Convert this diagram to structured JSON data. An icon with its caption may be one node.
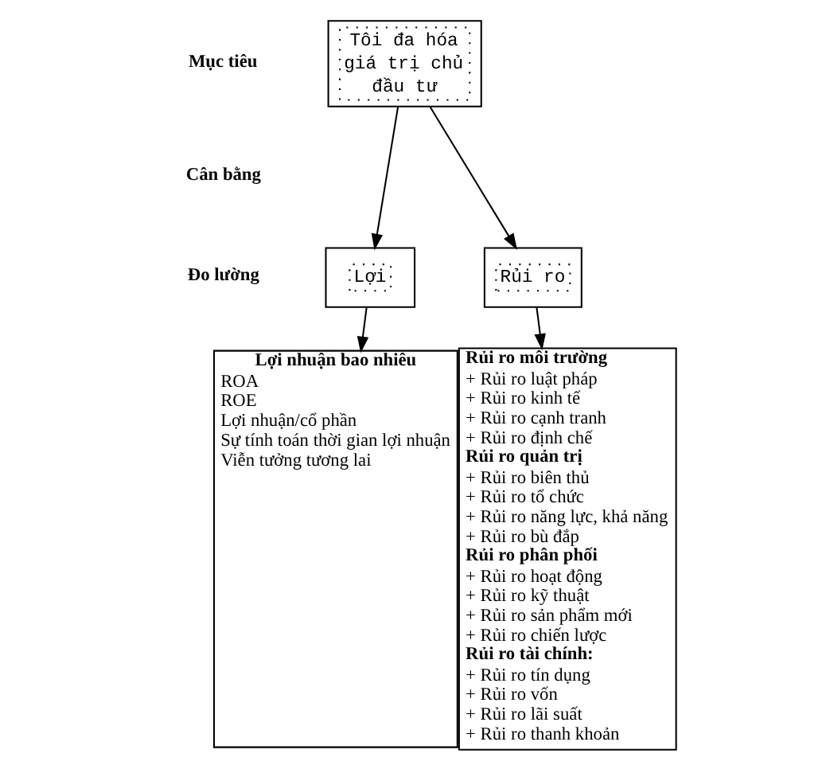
{
  "diagram": {
    "nodes": [
      {
        "text": [
          "Tôi đa hóa giá trị chủ đầu tư"
        ]
      },
      {
        "text": [
          "Lợi"
        ]
      },
      {
        "text": [
          "Rủi ro"
        ]
      },
      {
        "text": [
          "Lợi nhuận bao nhiêu",
          "ROA",
          "ROE",
          "Lợi nhuận/cổ phần",
          "Sự tính toán thời gian lợi nhuận",
          "Viễn tưởng tương lai"
        ]
      },
      {
        "text": [
          "Rủi ro môi trường",
          "+ Rủi ro luật pháp",
          "+ Rủi ro kinh tế",
          "+ Rủi ro cạnh tranh",
          "+ Rủi ro định chế",
          "Rủi ro quản trị",
          "+ Rủi ro biên thủ",
          "+ Rủi ro tổ chức",
          "+ Rủi ro năng lực, khả năng",
          "+ Rủi ro bù đắp",
          "Rủi ro phân phối",
          "+ Rủi ro hoạt động",
          "+ Rủi ro kỹ thuật",
          "+ Rủi ro sản phẩm mới",
          "+ Rủi ro chiến lược",
          "Rủi ro tài chính:",
          "+ Rủi ro tín dụng",
          "+ Rủi ro vốn",
          "+ Rủi ro lãi suất",
          "+ Rủi ro thanh khoản"
        ]
      }
    ],
    "edges": [
      {
        "from": 0,
        "to": 1,
        "arrow": "to"
      },
      {
        "from": 0,
        "to": 2,
        "arrow": "to"
      },
      {
        "from": 1,
        "to": 3,
        "arrow": "to"
      },
      {
        "from": 2,
        "to": 4,
        "arrow": "to"
      }
    ],
    "labels": [
      "Mục tiêu",
      "Cân bằng",
      "Đo lường"
    ]
  }
}
